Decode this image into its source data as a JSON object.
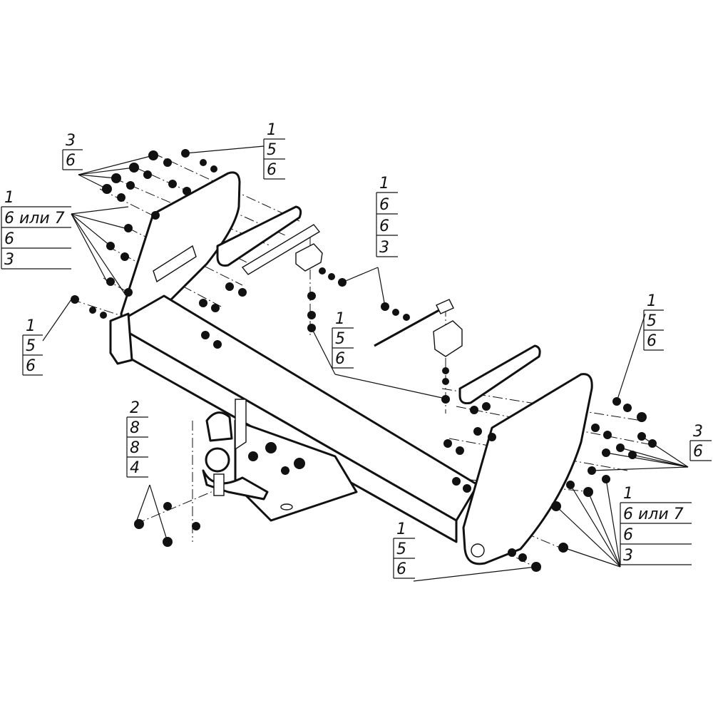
{
  "callouts": [
    {
      "id": "top-left-a",
      "lines": [
        "3",
        "6"
      ]
    },
    {
      "id": "top-center",
      "lines": [
        "1",
        "5",
        "6"
      ]
    },
    {
      "id": "left-long",
      "lines": [
        "1",
        "6 или 7",
        "6",
        "3"
      ]
    },
    {
      "id": "left-small",
      "lines": [
        "1",
        "5",
        "6"
      ]
    },
    {
      "id": "mid-bracket",
      "lines": [
        "1",
        "6",
        "6",
        "3"
      ]
    },
    {
      "id": "mid-bolt",
      "lines": [
        "1",
        "5",
        "6"
      ]
    },
    {
      "id": "ball",
      "lines": [
        "2",
        "8",
        "8",
        "4"
      ]
    },
    {
      "id": "right-top",
      "lines": [
        "1",
        "5",
        "6"
      ]
    },
    {
      "id": "right-nuts",
      "lines": [
        "3",
        "6"
      ]
    },
    {
      "id": "right-long",
      "lines": [
        "1",
        "6 или 7",
        "6",
        "3"
      ]
    },
    {
      "id": "bottom",
      "lines": [
        "1",
        "5",
        "6"
      ]
    }
  ]
}
